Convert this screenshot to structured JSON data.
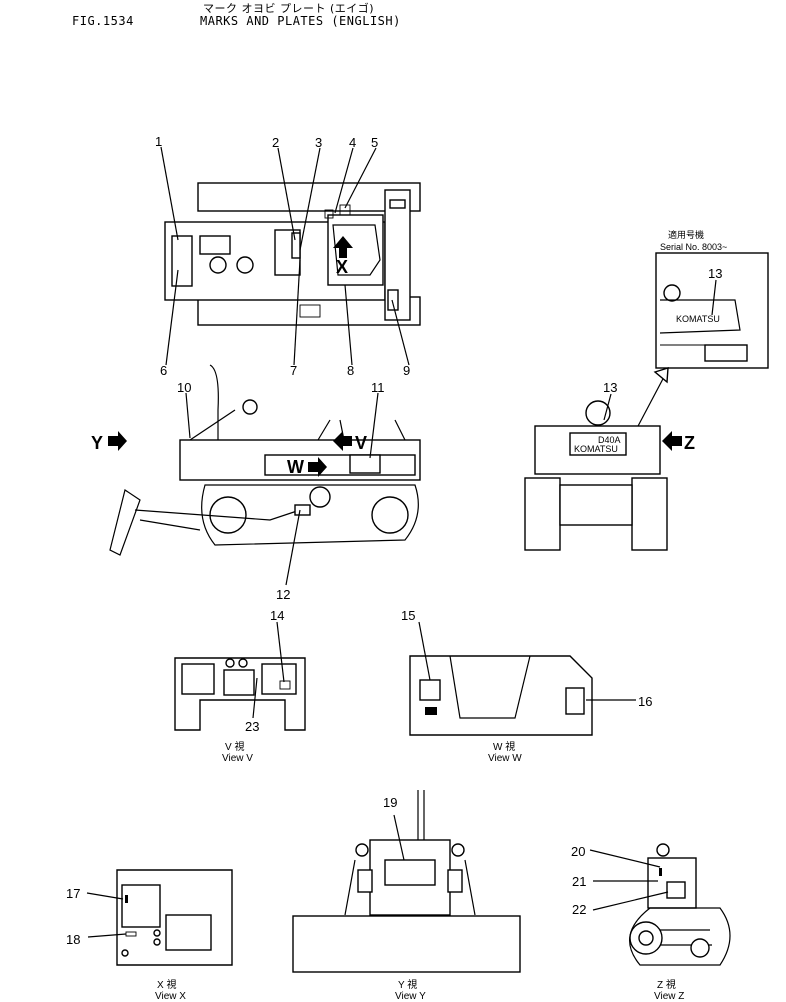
{
  "header": {
    "figure": "FIG.1534",
    "title_jp": "マーク オヨビ プレート (エイゴ)",
    "title_en": "MARKS AND PLATES (ENGLISH)"
  },
  "callouts": {
    "c1": "1",
    "c2": "2",
    "c3": "3",
    "c4": "4",
    "c5": "5",
    "c6": "6",
    "c7": "7",
    "c8": "8",
    "c9": "9",
    "c10": "10",
    "c11": "11",
    "c12": "12",
    "c13a": "13",
    "c13b": "13",
    "c14": "14",
    "c15": "15",
    "c16": "16",
    "c17": "17",
    "c18": "18",
    "c19": "19",
    "c20": "20",
    "c21": "21",
    "c22": "22",
    "c23": "23"
  },
  "view_arrows": {
    "x": "X",
    "y": "Y",
    "v": "V",
    "w": "W",
    "z": "Z"
  },
  "serial_box": {
    "jp": "適用号機",
    "label": "Serial No. 8003~"
  },
  "plate_text": {
    "model": "D40A",
    "brand": "KOMATSU",
    "brand_small": "KOMATSU"
  },
  "views": {
    "v_jp": "V 視",
    "v_en": "View V",
    "w_jp": "W 視",
    "w_en": "View W",
    "x_jp": "X 視",
    "x_en": "View X",
    "y_jp": "Y 視",
    "y_en": "View Y",
    "z_jp": "Z 視",
    "z_en": "View Z"
  }
}
